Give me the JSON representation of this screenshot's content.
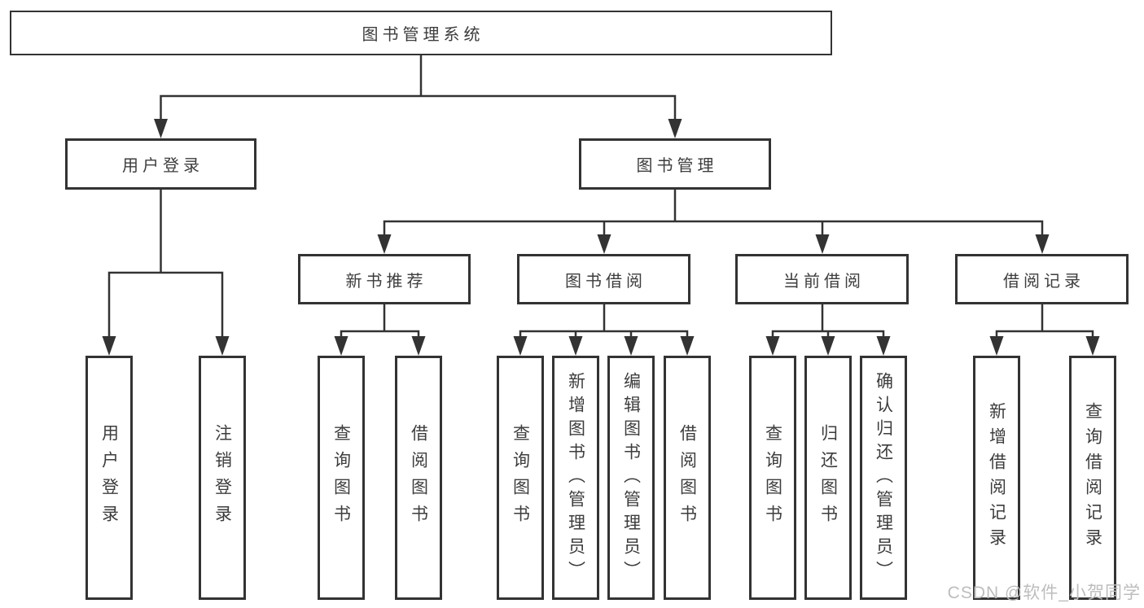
{
  "diagram": {
    "type": "hierarchy-tree",
    "colors": {
      "background": "#ffffff",
      "line": "#333333",
      "box_border": "#333333",
      "text": "#3d3d3d",
      "watermark": "#bdbdbd"
    },
    "root": {
      "label": "图书管理系统"
    },
    "level2": [
      {
        "label": "用户登录"
      },
      {
        "label": "图书管理"
      }
    ],
    "level3": [
      {
        "label": "新书推荐"
      },
      {
        "label": "图书借阅"
      },
      {
        "label": "当前借阅"
      },
      {
        "label": "借阅记录"
      }
    ],
    "leaves": {
      "user_login": [
        "用户登录",
        "注销登录"
      ],
      "new_books": [
        "查询图书",
        "借阅图书"
      ],
      "book_borrow": [
        "查询图书",
        "新增图书（管理员）",
        "编辑图书（管理员）",
        "借阅图书"
      ],
      "current_borrow": [
        "查询图书",
        "归还图书",
        "确认归还（管理员）"
      ],
      "borrow_records": [
        "新增借阅记录",
        "查询借阅记录"
      ]
    }
  },
  "watermark": {
    "text": "CSDN @软件_小贺同学"
  }
}
